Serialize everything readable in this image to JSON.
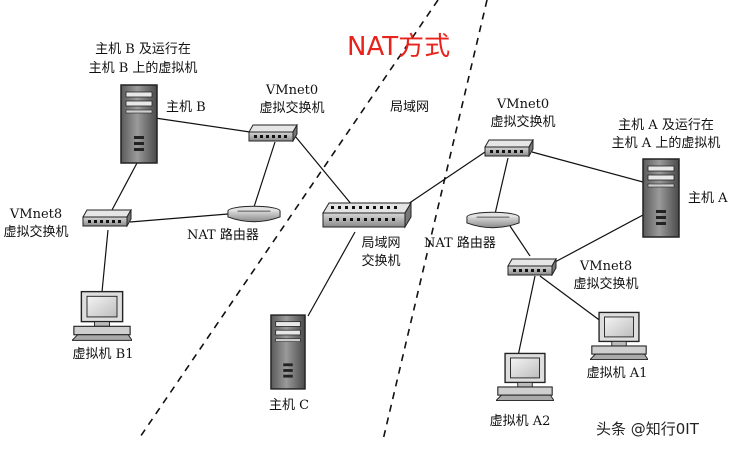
{
  "title": "NAT方式",
  "watermark": "头条 @知行0IT",
  "labels": {
    "host_b_title_line1": "主机 B 及运行在",
    "host_b_title_line2": "主机 B 上的虚拟机",
    "host_b": "主机 B",
    "vmnet0_left_line1": "VMnet0",
    "vmnet0_left_line2": "虚拟交换机",
    "vmnet8_left_line1": "VMnet8",
    "vmnet8_left_line2": "虚拟交换机",
    "nat_router_left": "NAT 路由器",
    "vm_b1": "虚拟机 B1",
    "lan": "局域网",
    "lan_switch_line1": "局域网",
    "lan_switch_line2": "交换机",
    "host_c": "主机 C",
    "vmnet0_right_line1": "VMnet0",
    "vmnet0_right_line2": "虚拟交换机",
    "host_a_title_line1": "主机 A 及运行在",
    "host_a_title_line2": "主机 A 上的虚拟机",
    "host_a": "主机 A",
    "nat_router_right": "NAT 路由器",
    "vmnet8_right_line1": "VMnet8",
    "vmnet8_right_line2": "虚拟交换机",
    "vm_a1": "虚拟机 A1",
    "vm_a2": "虚拟机 A2"
  }
}
